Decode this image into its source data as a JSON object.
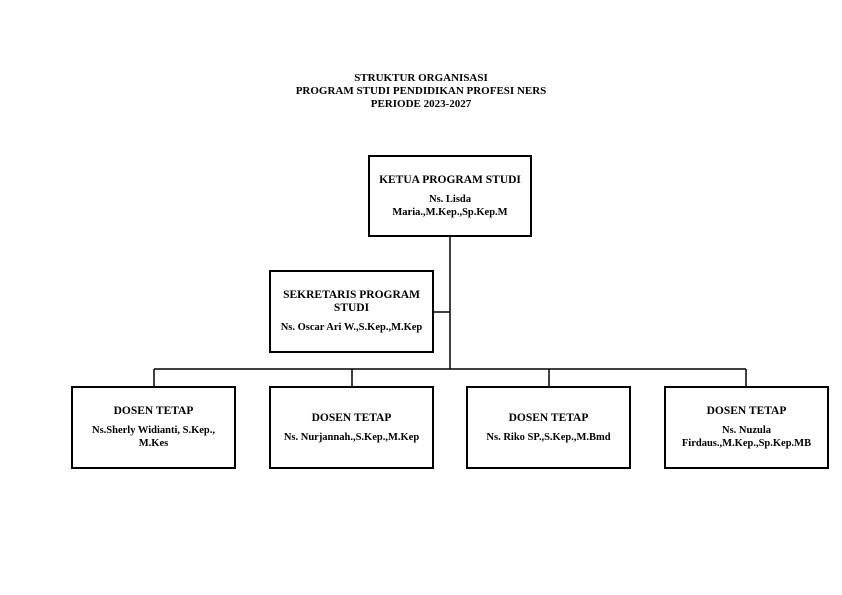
{
  "title": {
    "line1": "STRUKTUR ORGANISASI",
    "line2": "PROGRAM STUDI PENDIDIKAN PROFESI NERS",
    "line3": "PERIODE 2023-2027"
  },
  "chair": {
    "role": "KETUA PROGRAM STUDI",
    "name": "Ns. Lisda Maria.,M.Kep.,Sp.Kep.M"
  },
  "secretary": {
    "role": "SEKRETARIS PROGRAM STUDI",
    "name": "Ns. Oscar Ari W.,S.Kep.,M.Kep"
  },
  "lecturers": [
    {
      "role": "DOSEN TETAP",
      "name": "Ns.Sherly Widianti, S.Kep., M.Kes"
    },
    {
      "role": "DOSEN TETAP",
      "name": "Ns. Nurjannah.,S.Kep.,M.Kep"
    },
    {
      "role": "DOSEN TETAP",
      "name": "Ns. Riko SP.,S.Kep.,M.Bmd"
    },
    {
      "role": "DOSEN TETAP",
      "name": "Ns. Nuzula Firdaus.,M.Kep.,Sp.Kep.MB"
    }
  ]
}
